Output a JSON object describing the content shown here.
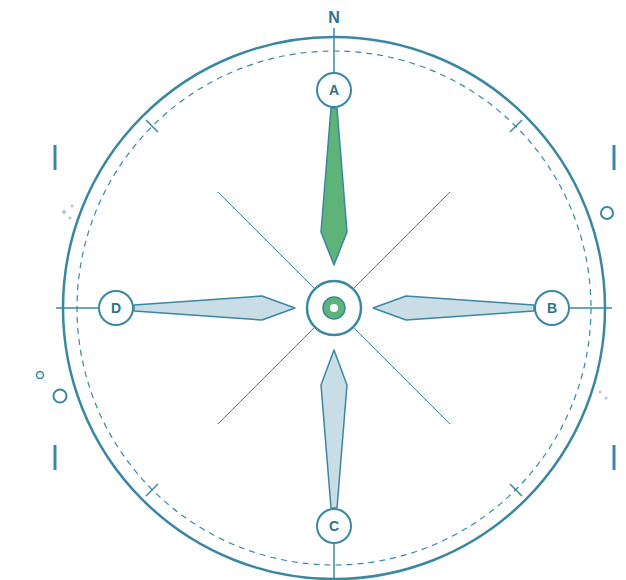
{
  "diagram": {
    "nodes": [
      {
        "text": [
          "A"
        ]
      },
      {
        "text": [
          "D"
        ]
      },
      {
        "text": [
          "B"
        ]
      },
      {
        "text": [
          "C"
        ]
      }
    ],
    "labels": [
      "N"
    ]
  }
}
